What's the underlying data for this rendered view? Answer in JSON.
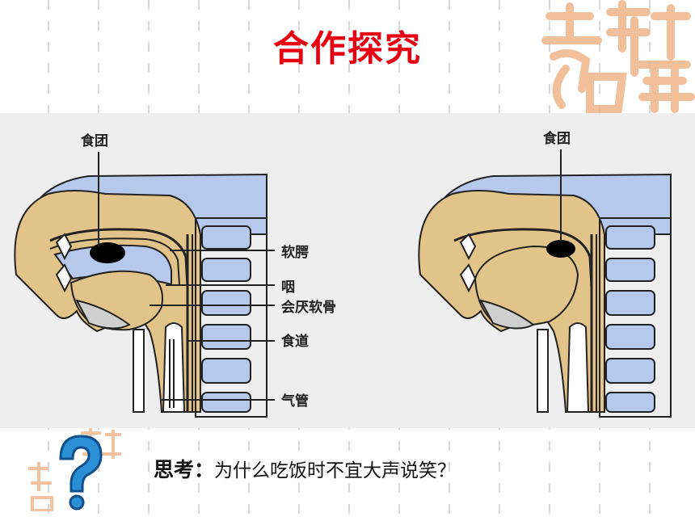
{
  "slide": {
    "title": "合作探究",
    "question_prefix": "思考：",
    "question_text": "为什么吃饭时不宜大声说笑？"
  },
  "diagram_left": {
    "labels": {
      "bolus": "食团",
      "soft_palate": "软腭",
      "pharynx": "咽",
      "epiglottis": "会厌软骨",
      "esophagus": "食道",
      "trachea": "气管"
    }
  },
  "diagram_right": {
    "labels": {
      "bolus": "食团"
    }
  },
  "colors": {
    "title": "#e60012",
    "panel_bg": "#eeeeee",
    "tissue": "#e2c48a",
    "cavity": "#b6c8ec",
    "outline": "#222222",
    "bolus": "#000000",
    "stamp": "#f0b48a"
  }
}
